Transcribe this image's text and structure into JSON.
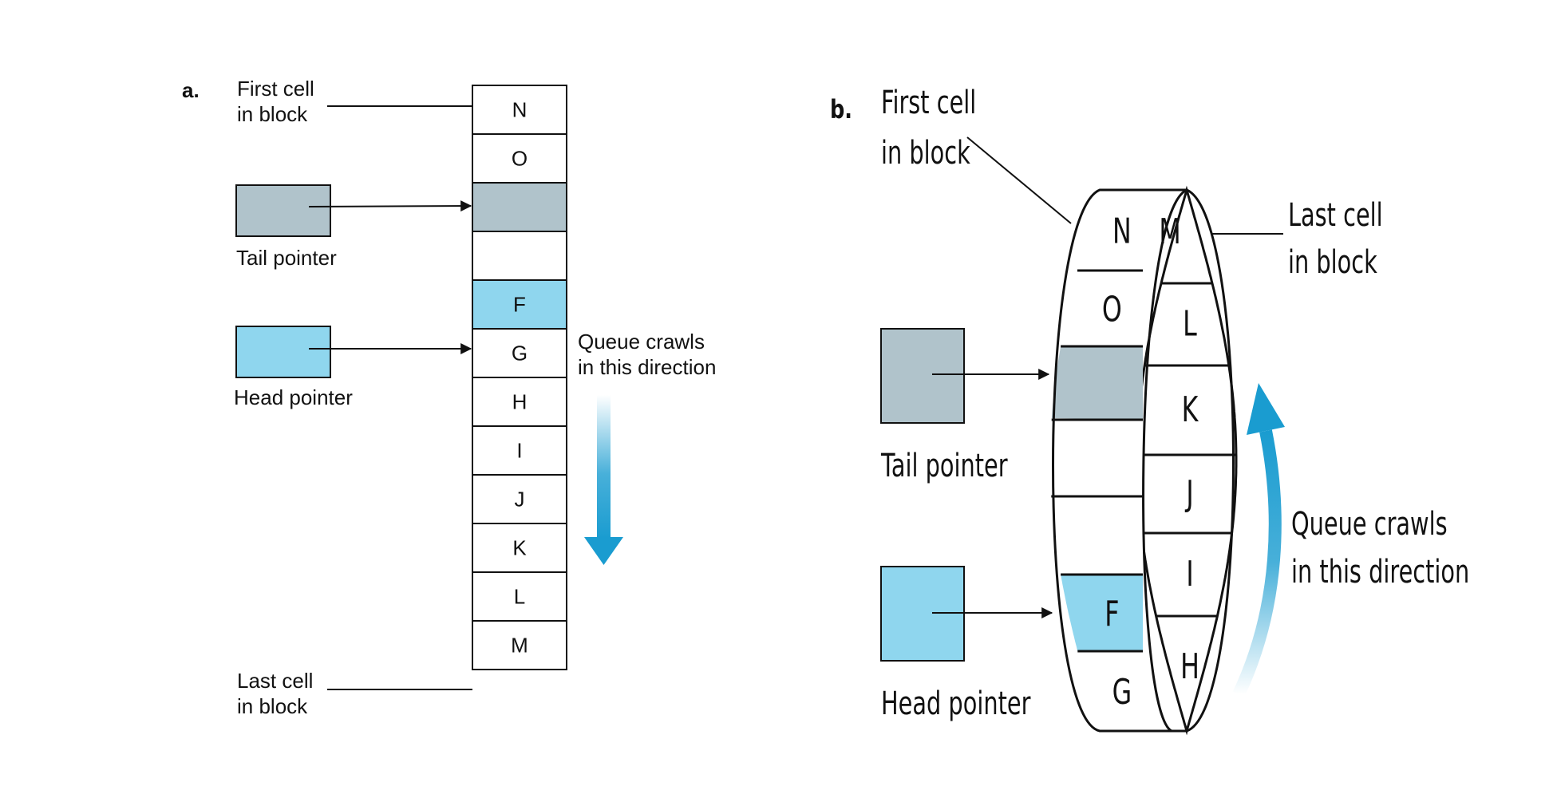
{
  "panel_a": {
    "tag": "a.",
    "first_cell_line1": "First cell",
    "first_cell_line2": "in block",
    "tail_label": "Tail pointer",
    "head_label": "Head pointer",
    "crawl_line1": "Queue crawls",
    "crawl_line2": "in this direction",
    "last_cell_line1": "Last cell",
    "last_cell_line2": "in block",
    "cells": [
      "N",
      "O",
      "",
      "",
      "F",
      "G",
      "H",
      "I",
      "J",
      "K",
      "L",
      "M"
    ]
  },
  "panel_b": {
    "tag": "b.",
    "first_cell_line1": "First cell",
    "first_cell_line2": "in block",
    "last_cell_line1": "Last cell",
    "last_cell_line2": "in block",
    "tail_label": "Tail pointer",
    "head_label": "Head pointer",
    "crawl_line1": "Queue crawls",
    "crawl_line2": "in this direction",
    "front_cells": [
      "N",
      "O",
      "",
      "",
      "",
      "F",
      "G"
    ],
    "back_cells": [
      "M",
      "L",
      "K",
      "J",
      "I",
      "H"
    ]
  },
  "colors": {
    "tail_fill": "#b0c3cb",
    "head_fill": "#8fd6ee",
    "arrow_blue": "#1a9cd0"
  }
}
